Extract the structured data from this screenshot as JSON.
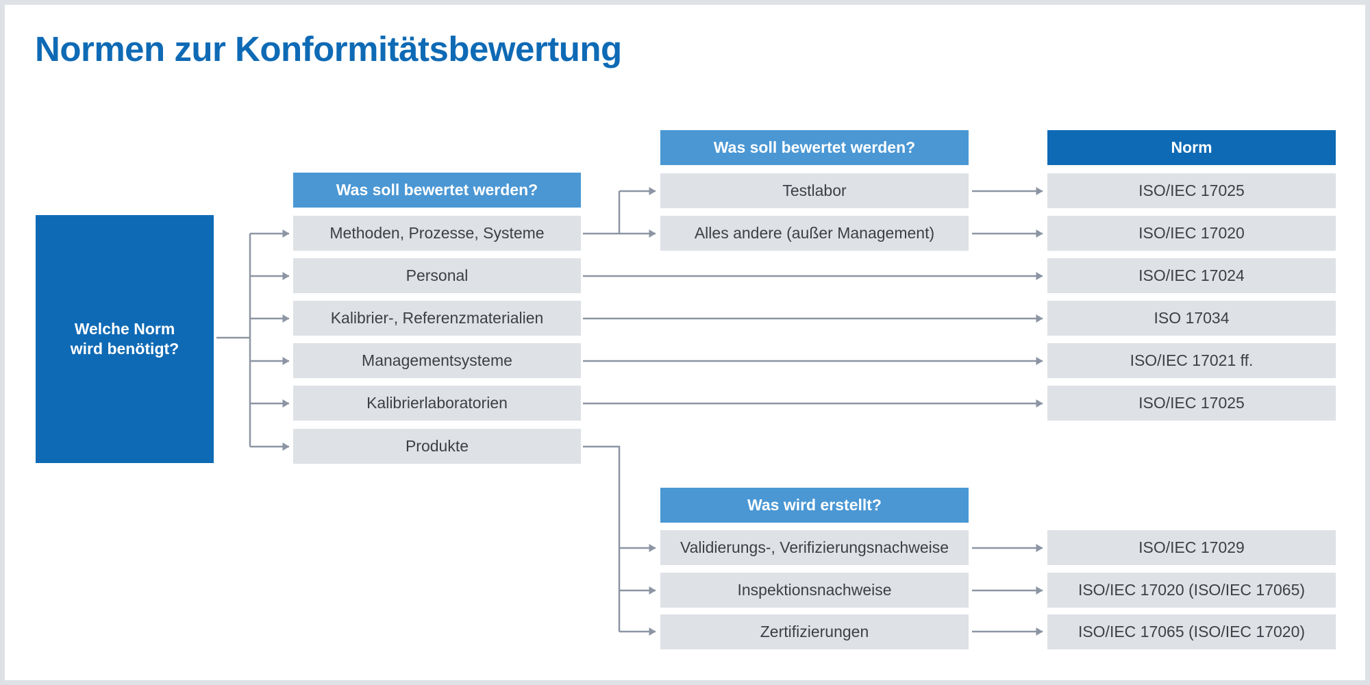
{
  "title": "Normen zur Konformitätsbewertung",
  "colors": {
    "primary": "#0e6ab5",
    "header_light": "#4a97d4",
    "cell_bg": "#dee1e5",
    "text": "#3c3f44",
    "connector": "#8c95a3",
    "frame": "#dee2e6"
  },
  "start_node": "Welche Norm wird benötigt?",
  "level1": {
    "header": "Was soll bewertet werden?",
    "items": [
      "Methoden, Prozesse, Systeme",
      "Personal",
      "Kalibrier-, Referenzmaterialien",
      "Managementsysteme",
      "Kalibrierlaboratorien",
      "Produkte"
    ]
  },
  "level2_top": {
    "header": "Was soll bewertet werden?",
    "items": [
      "Testlabor",
      "Alles andere (außer Management)"
    ]
  },
  "level2_bottom": {
    "header": "Was wird erstellt?",
    "items": [
      "Validierungs-, Verifizierungsnachweise",
      "Inspektionsnachweise",
      "Zertifizierungen"
    ]
  },
  "norm": {
    "header": "Norm",
    "items": [
      "ISO/IEC 17025",
      "ISO/IEC 17020",
      "ISO/IEC 17024",
      "ISO 17034",
      "ISO/IEC 17021 ff.",
      "ISO/IEC 17025",
      "ISO/IEC 17029",
      "ISO/IEC 17020 (ISO/IEC 17065)",
      "ISO/IEC 17065 (ISO/IEC 17020)"
    ]
  }
}
